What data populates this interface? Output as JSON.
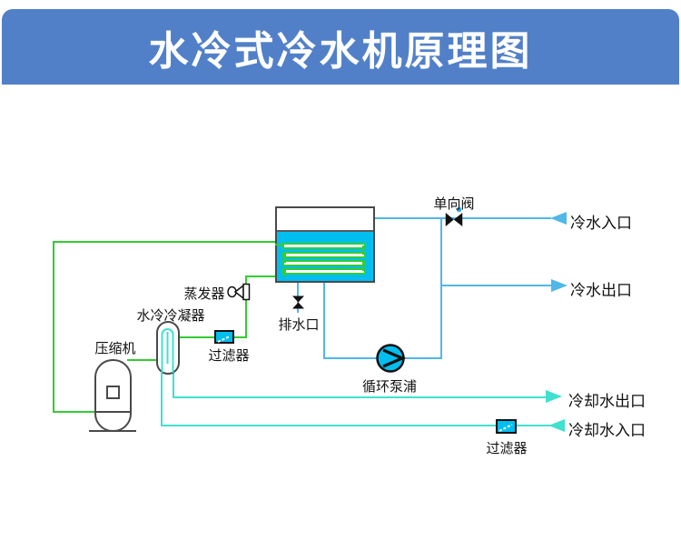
{
  "header": {
    "title": "水冷式冷水机原理图"
  },
  "labels": {
    "check_valve": "单向阀",
    "cold_water_inlet": "冷水入口",
    "cold_water_outlet": "冷水出口",
    "evaporator": "蒸发器",
    "drain_outlet": "排水口",
    "condenser": "水冷冷凝器",
    "filter_mid": "过滤器",
    "compressor": "压缩机",
    "pump": "循环泵浦",
    "cooling_water_outlet": "冷却水出口",
    "cooling_water_inlet": "冷却水入口",
    "filter_bottom": "过滤器"
  },
  "colors": {
    "header_bg": "#5280C8",
    "pipe_chilled": "#4FB8E8",
    "pipe_cooling": "#40E0D0",
    "pipe_refrigerant": "#33CC33",
    "fill_cyan": "#00BEF0",
    "outline": "#4a4a4a"
  }
}
